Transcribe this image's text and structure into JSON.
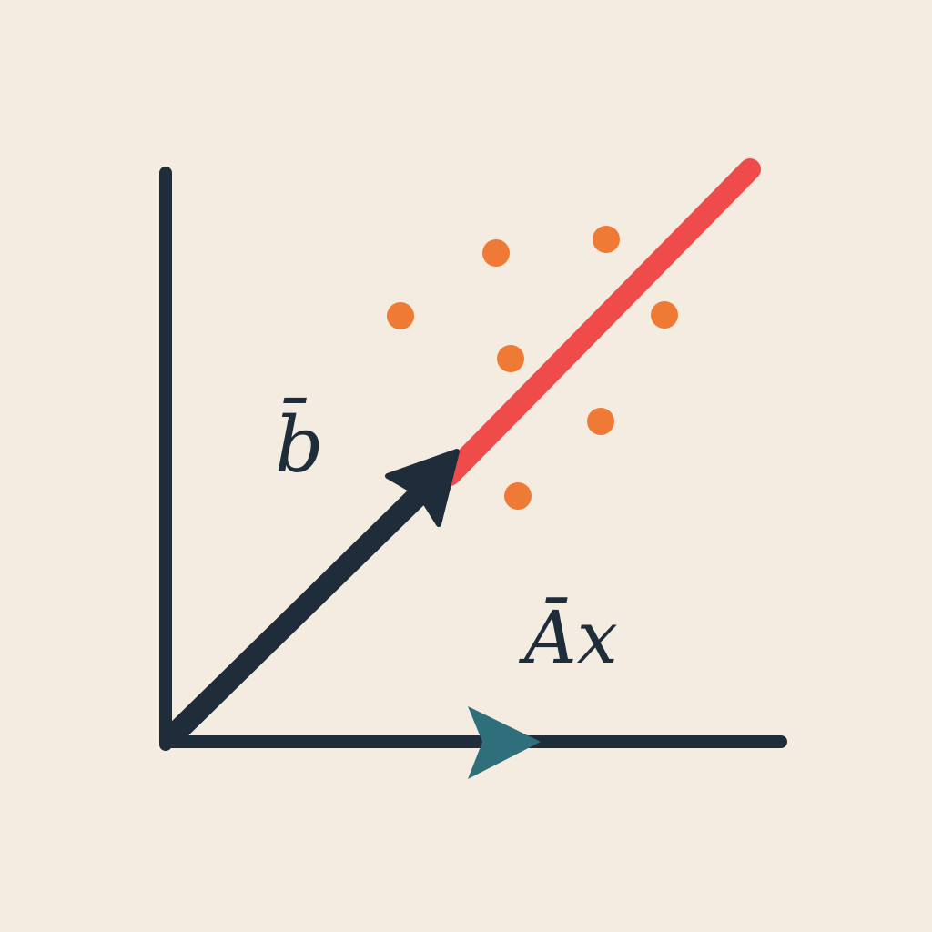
{
  "labels": {
    "b_vector": "b̄",
    "ax_vector": "Āx"
  },
  "icons": {
    "y_axis": "vertical-axis-line",
    "x_axis": "horizontal-axis-line",
    "b_arrow": "arrow",
    "ax_arrow": "arrow",
    "fit_line": "line",
    "points": "dot"
  },
  "colors": {
    "background": "#f4ece1",
    "axes": "#1f2d3a",
    "b_vector": "#1f2d3a",
    "ax_vector": "#2f6f7b",
    "fit_line": "#ef4b4b",
    "points": "#ef7a35"
  }
}
